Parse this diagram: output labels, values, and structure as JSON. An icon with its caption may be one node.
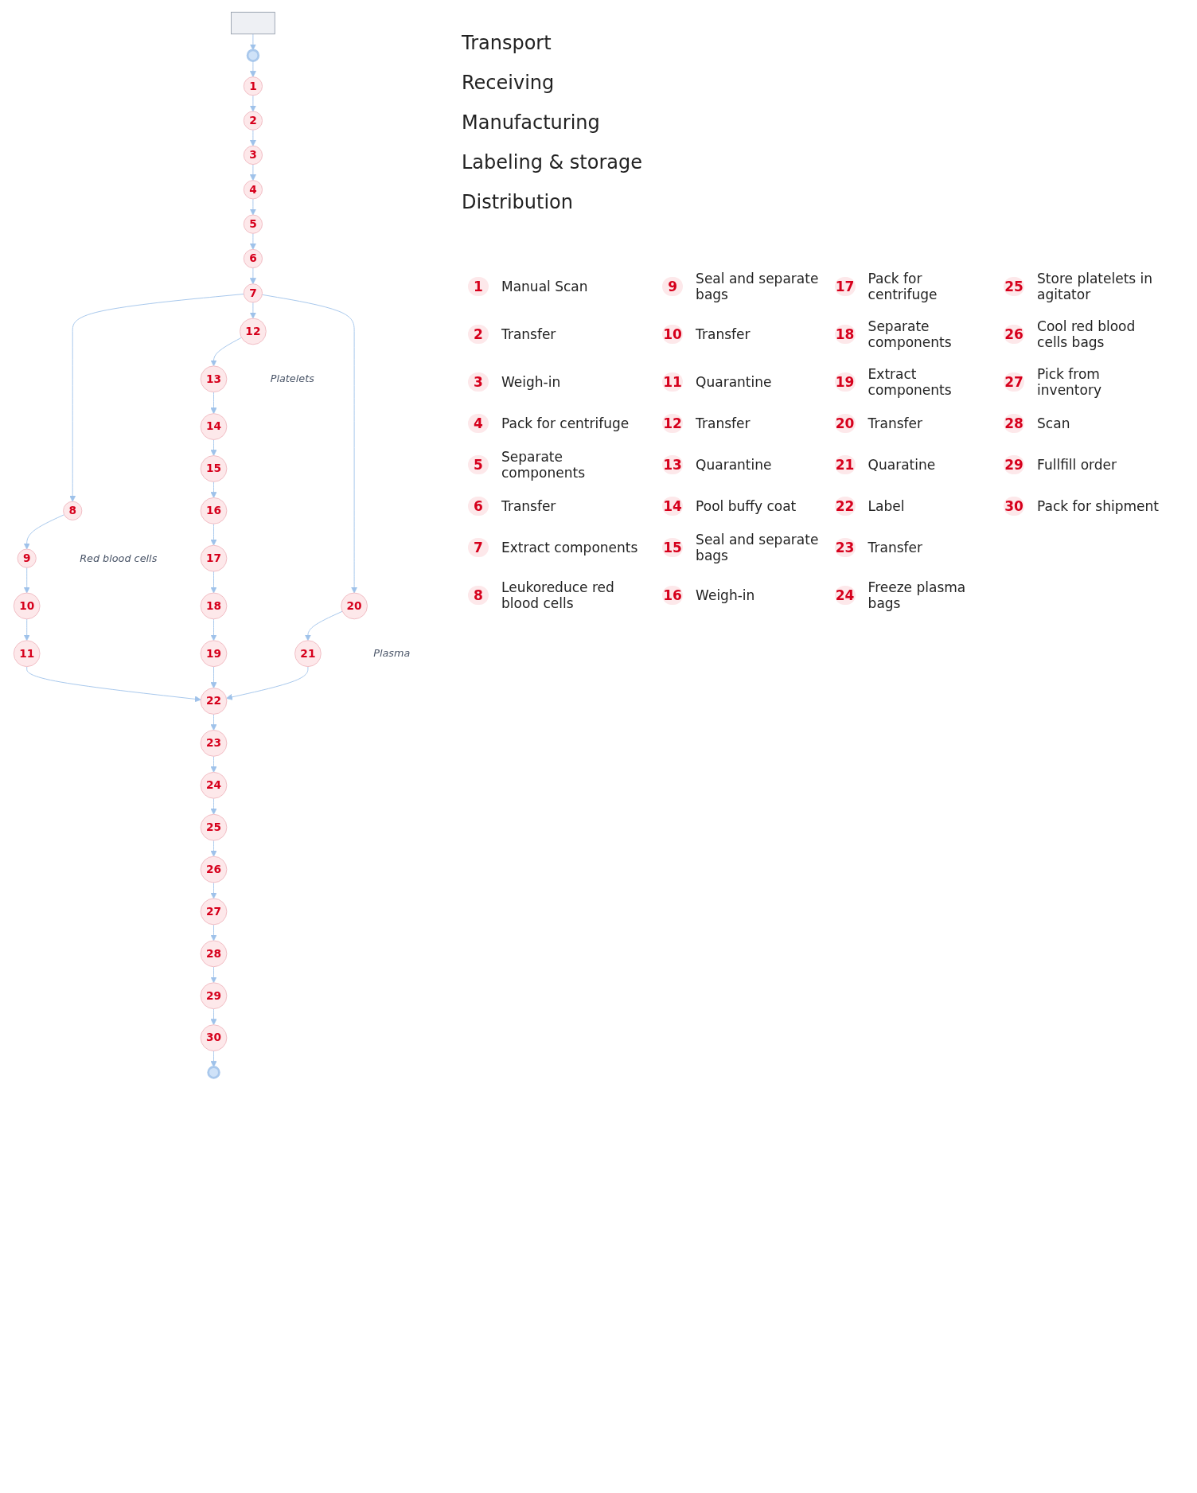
{
  "diagram": {
    "nodes": [
      {
        "text": [],
        "shape": "picture"
      },
      {
        "text": [],
        "shape": "circle"
      },
      {
        "text": [
          "1"
        ]
      },
      {
        "text": [
          "2"
        ]
      },
      {
        "text": [
          "3"
        ]
      },
      {
        "text": [
          "4"
        ]
      },
      {
        "text": [
          "5"
        ]
      },
      {
        "text": [
          "6"
        ]
      },
      {
        "text": [
          "7"
        ]
      },
      {
        "text": [
          "8"
        ],
        "beside": [
          "Red blood cells"
        ]
      },
      {
        "text": [
          "9"
        ]
      },
      {
        "text": [
          "10"
        ]
      },
      {
        "text": [
          "11"
        ]
      },
      {
        "text": [
          "12"
        ],
        "beside": [
          "Platelets"
        ]
      },
      {
        "text": [
          "13"
        ]
      },
      {
        "text": [
          "14"
        ]
      },
      {
        "text": [
          "15"
        ]
      },
      {
        "text": [
          "16"
        ]
      },
      {
        "text": [
          "17"
        ]
      },
      {
        "text": [
          "18"
        ]
      },
      {
        "text": [
          "19"
        ]
      },
      {
        "text": [
          "20"
        ],
        "beside": [
          "Plasma"
        ]
      },
      {
        "text": [
          "21"
        ]
      },
      {
        "text": [
          "22"
        ]
      },
      {
        "text": [
          "23"
        ]
      },
      {
        "text": [
          "24"
        ]
      },
      {
        "text": [
          "25"
        ]
      },
      {
        "text": [
          "26"
        ]
      },
      {
        "text": [
          "27"
        ]
      },
      {
        "text": [
          "28"
        ]
      },
      {
        "text": [
          "29"
        ]
      },
      {
        "text": [
          "30"
        ]
      },
      {
        "text": [],
        "shape": "circle"
      }
    ],
    "edges": [
      {
        "from": 0,
        "to": 1,
        "arrow": "to"
      },
      {
        "from": 1,
        "to": 2,
        "arrow": "to"
      },
      {
        "from": 2,
        "to": 3,
        "arrow": "to"
      },
      {
        "from": 3,
        "to": 4,
        "arrow": "to"
      },
      {
        "from": 4,
        "to": 5,
        "arrow": "to"
      },
      {
        "from": 5,
        "to": 6,
        "arrow": "to"
      },
      {
        "from": 6,
        "to": 7,
        "arrow": "to"
      },
      {
        "from": 7,
        "to": 8,
        "arrow": "to"
      },
      {
        "from": 8,
        "to": 9,
        "arrow": "to"
      },
      {
        "from": 8,
        "to": 13,
        "arrow": "to"
      },
      {
        "from": 8,
        "to": 21,
        "arrow": "to"
      },
      {
        "from": 9,
        "to": 10,
        "arrow": "to"
      },
      {
        "from": 10,
        "to": 11,
        "arrow": "to"
      },
      {
        "from": 11,
        "to": 12,
        "arrow": "to"
      },
      {
        "from": 12,
        "to": 23,
        "arrow": "to"
      },
      {
        "from": 13,
        "to": 14,
        "arrow": "to"
      },
      {
        "from": 14,
        "to": 15,
        "arrow": "to"
      },
      {
        "from": 15,
        "to": 16,
        "arrow": "to"
      },
      {
        "from": 16,
        "to": 17,
        "arrow": "to"
      },
      {
        "from": 17,
        "to": 18,
        "arrow": "to"
      },
      {
        "from": 18,
        "to": 19,
        "arrow": "to"
      },
      {
        "from": 19,
        "to": 20,
        "arrow": "to"
      },
      {
        "from": 20,
        "to": 23,
        "arrow": "to"
      },
      {
        "from": 21,
        "to": 22,
        "arrow": "to"
      },
      {
        "from": 22,
        "to": 23,
        "arrow": "to"
      },
      {
        "from": 23,
        "to": 24,
        "arrow": "to"
      },
      {
        "from": 24,
        "to": 25,
        "arrow": "to"
      },
      {
        "from": 25,
        "to": 26,
        "arrow": "to"
      },
      {
        "from": 26,
        "to": 27,
        "arrow": "to"
      },
      {
        "from": 27,
        "to": 28,
        "arrow": "to"
      },
      {
        "from": 28,
        "to": 29,
        "arrow": "to"
      },
      {
        "from": 29,
        "to": 30,
        "arrow": "to"
      },
      {
        "from": 30,
        "to": 31,
        "arrow": "to"
      },
      {
        "from": 31,
        "to": 32,
        "arrow": "to"
      }
    ],
    "labels": [
      "Transport",
      "Receiving",
      "Manufacturing",
      "Labeling & storage",
      "Distribution",
      "1",
      "Manual Scan",
      "9",
      "Seal and separate bags",
      "17",
      "Pack for centrifuge",
      "25",
      "Store platelets in agitator",
      "2",
      "Transfer",
      "10",
      "Transfer",
      "18",
      "Separate components",
      "26",
      "Cool red blood cells bags",
      "3",
      "Weigh-in",
      "11",
      "Quarantine",
      "19",
      "Extract components",
      "27",
      "Pick from inventory",
      "4",
      "Pack for centrifuge",
      "12",
      "Transfer",
      "20",
      "Transfer",
      "28",
      "Scan",
      "5",
      "Separate components",
      "13",
      "Quarantine",
      "21",
      "Quaratine",
      "29",
      "Fullfill order",
      "6",
      "Transfer",
      "14",
      "Pool buffy coat",
      "22",
      "Label",
      "30",
      "Pack for shipment",
      "7",
      "Extract components",
      "15",
      "Seal and separate bags",
      "23",
      "Transfer",
      "8",
      "Leukoreduce red blood cells",
      "16",
      "Weigh-in",
      "24",
      "Freeze plasma bags"
    ]
  }
}
